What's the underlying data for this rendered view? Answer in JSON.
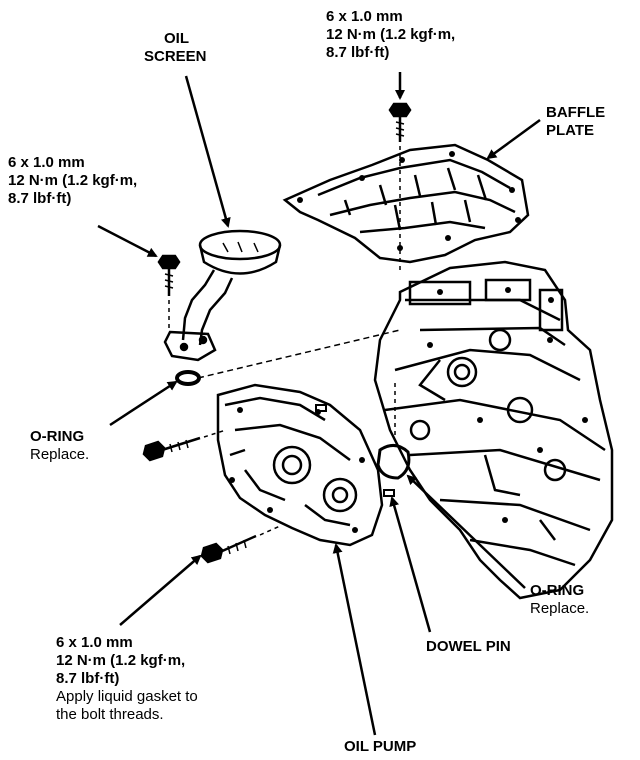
{
  "labels": {
    "bolt_top": [
      "6 x 1.0 mm",
      "12 N·m (1.2 kgf·m,",
      "8.7 lbf·ft)"
    ],
    "oil_screen": [
      "OIL",
      "SCREEN"
    ],
    "baffle_plate": [
      "BAFFLE",
      "PLATE"
    ],
    "bolt_left": [
      "6 x 1.0 mm",
      "12 N·m (1.2 kgf·m,",
      "8.7 lbf·ft)"
    ],
    "oring_left": {
      "name": "O-RING",
      "note": "Replace."
    },
    "oring_right": {
      "name": "O-RING",
      "note": "Replace."
    },
    "dowel_pin": "DOWEL PIN",
    "bolt_bottom": [
      "6 x 1.0 mm",
      "12 N·m (1.2 kgf·m,",
      "8.7 lbf·ft)"
    ],
    "bolt_bottom_note": [
      "Apply liquid gasket to",
      "the bolt threads."
    ],
    "oil_pump": "OIL PUMP"
  }
}
